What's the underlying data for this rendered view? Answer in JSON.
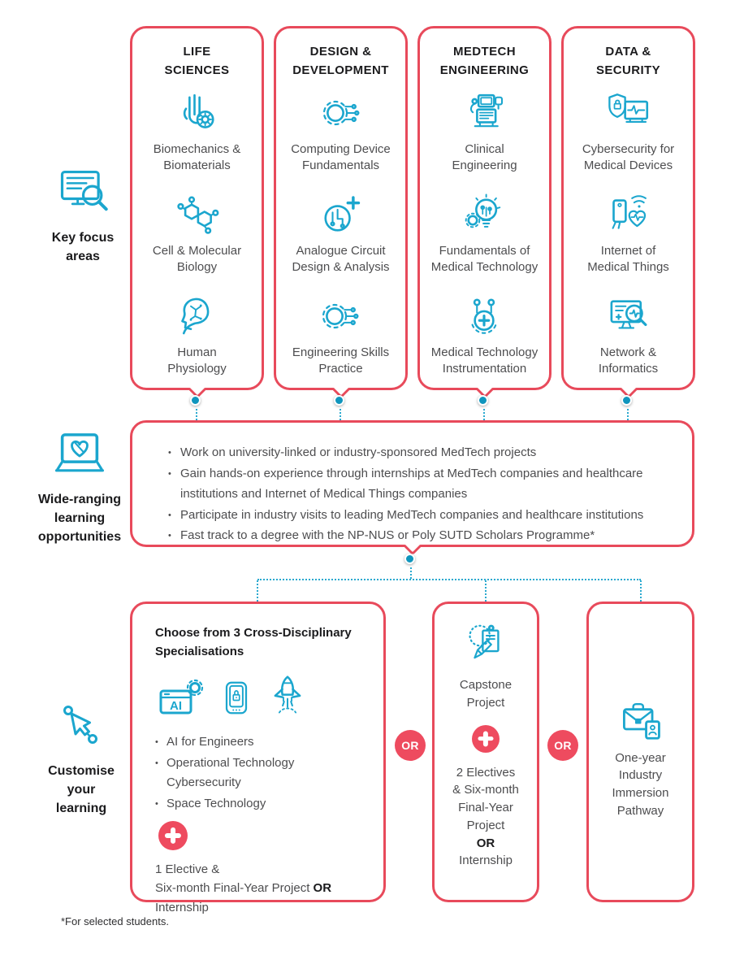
{
  "page": {
    "footnote": "*For selected students."
  },
  "colors": {
    "accent_red": "#E84A5B",
    "badge_pink": "#EE4B5F",
    "icon_teal": "#1BA6CE",
    "dot_teal": "#0F95BD"
  },
  "left_rail": {
    "key_focus": {
      "icon": "presentation-magnifier-icon",
      "label": "Key focus\nareas"
    },
    "learning": {
      "icon": "laptop-puzzle-icon",
      "label": "Wide-ranging\nlearning\nopportunities"
    },
    "customise": {
      "icon": "cursor-icon",
      "label": "Customise\nyour\nlearning"
    }
  },
  "focus_columns": [
    {
      "title": "LIFE\nSCIENCES",
      "items": [
        {
          "icon": "hand-gear-icon",
          "label": "Biomechanics &\nBiomaterials"
        },
        {
          "icon": "molecule-icon",
          "label": "Cell & Molecular\nBiology"
        },
        {
          "icon": "human-head-circuit-icon",
          "label": "Human\nPhysiology"
        }
      ]
    },
    {
      "title": "DESIGN &\nDEVELOPMENT",
      "items": [
        {
          "icon": "gear-circuit-icon",
          "label": "Computing Device\nFundamentals"
        },
        {
          "icon": "circuit-plus-icon",
          "label": "Analogue Circuit\nDesign & Analysis"
        },
        {
          "icon": "gear-circuit-icon",
          "label": "Engineering Skills\nPractice"
        }
      ]
    },
    {
      "title": "MEDTECH\nENGINEERING",
      "items": [
        {
          "icon": "medical-machine-icon",
          "label": "Clinical\nEngineering"
        },
        {
          "icon": "bulb-gear-icon",
          "label": "Fundamentals of\nMedical Technology"
        },
        {
          "icon": "gear-nodes-icon",
          "label": "Medical Technology\nInstrumentation"
        }
      ]
    },
    {
      "title": "DATA &\nSECURITY",
      "items": [
        {
          "icon": "shield-monitor-icon",
          "label": "Cybersecurity for\nMedical Devices"
        },
        {
          "icon": "phone-heart-icon",
          "label": "Internet of\nMedical Things"
        },
        {
          "icon": "monitor-magnifier-icon",
          "label": "Network &\nInformatics"
        }
      ]
    }
  ],
  "opportunities": {
    "bullets": [
      "Work on university-linked or industry-sponsored MedTech projects",
      "Gain hands-on experience through internships at MedTech companies and healthcare institutions and Internet of Medical Things companies",
      "Participate in industry visits to leading MedTech companies and healthcare institutions",
      "Fast track to a degree with the NP-NUS or Poly SUTD Scholars Programme*"
    ]
  },
  "pathways": {
    "or_label": "OR",
    "specialisation": {
      "heading": "Choose from 3 Cross-Disciplinary\nSpecialisations",
      "icons": [
        "ai-browser-icon",
        "tablet-lock-icon",
        "rocket-icon"
      ],
      "bullets": [
        "AI for Engineers",
        "Operational Technology\nCybersecurity",
        "Space Technology"
      ],
      "plus_icon": "plus-icon",
      "extra_line1": "1 Elective &",
      "extra_line2": "Six-month Final-Year Project",
      "extra_or": "OR",
      "extra_line3": "Internship"
    },
    "capstone": {
      "icon": "clipboard-pencil-icon",
      "title": "Capstone\nProject",
      "plus_icon": "plus-icon",
      "details": "2 Electives\n& Six-month\nFinal-Year\nProject",
      "or": "OR",
      "internship": "Internship"
    },
    "industry": {
      "icon": "briefcase-id-icon",
      "label": "One-year\nIndustry\nImmersion\nPathway"
    }
  }
}
